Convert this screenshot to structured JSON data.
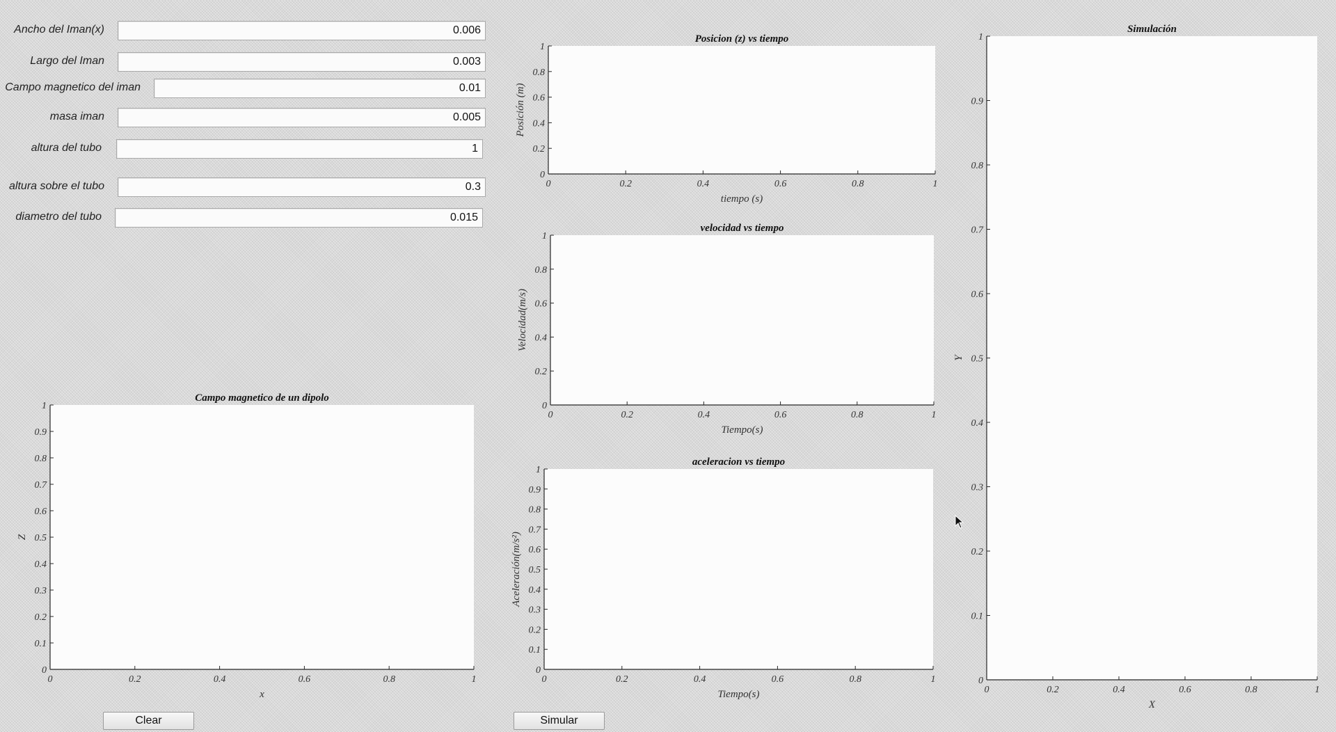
{
  "form": {
    "fields": [
      {
        "id": "ancho",
        "label": "Ancho del Iman(x)",
        "value": "0.006"
      },
      {
        "id": "largo",
        "label": "Largo del Iman",
        "value": "0.003"
      },
      {
        "id": "campo",
        "label": "Campo magnetico del iman",
        "value": "0.01"
      },
      {
        "id": "masa",
        "label": "masa iman",
        "value": "0.005"
      },
      {
        "id": "altura-tubo",
        "label": "altura del tubo",
        "value": "1"
      },
      {
        "id": "altura-sobre",
        "label": "altura sobre el tubo",
        "value": "0.3"
      },
      {
        "id": "diametro",
        "label": "diametro del tubo",
        "value": "0.015"
      }
    ]
  },
  "buttons": {
    "clear_label": "Clear",
    "simular_label": "Simular"
  },
  "colors": {
    "background": "#d9d9d9",
    "plot_bg": "#fcfcfc",
    "axis": "#262626"
  },
  "chart_data": [
    {
      "id": "dipolo",
      "type": "line",
      "title": "Campo magnetico de un dipolo",
      "xlabel": "x",
      "ylabel": "Z",
      "xlim": [
        0,
        1
      ],
      "ylim": [
        0,
        1
      ],
      "xticks": [
        "0",
        "0.2",
        "0.4",
        "0.6",
        "0.8",
        "1"
      ],
      "yticks": [
        "0",
        "0.1",
        "0.2",
        "0.3",
        "0.4",
        "0.5",
        "0.6",
        "0.7",
        "0.8",
        "0.9",
        "1"
      ],
      "series": []
    },
    {
      "id": "posicion",
      "type": "line",
      "title": "Posicion (z) vs tiempo",
      "xlabel": "tiempo (s)",
      "ylabel": "Posición (m)",
      "xlim": [
        0,
        1
      ],
      "ylim": [
        0,
        1
      ],
      "xticks": [
        "0",
        "0.2",
        "0.4",
        "0.6",
        "0.8",
        "1"
      ],
      "yticks": [
        "0",
        "0.2",
        "0.4",
        "0.6",
        "0.8",
        "1"
      ],
      "series": []
    },
    {
      "id": "velocidad",
      "type": "line",
      "title": "velocidad vs tiempo",
      "xlabel": "Tiempo(s)",
      "ylabel": "Velocidad(m/s)",
      "xlim": [
        0,
        1
      ],
      "ylim": [
        0,
        1
      ],
      "xticks": [
        "0",
        "0.2",
        "0.4",
        "0.6",
        "0.8",
        "1"
      ],
      "yticks": [
        "0",
        "0.2",
        "0.4",
        "0.6",
        "0.8",
        "1"
      ],
      "series": []
    },
    {
      "id": "aceleracion",
      "type": "line",
      "title": "aceleracion vs tiempo",
      "xlabel": "Tiempo(s)",
      "ylabel": "Aceleración(m/s²)",
      "xlim": [
        0,
        1
      ],
      "ylim": [
        0,
        1
      ],
      "xticks": [
        "0",
        "0.2",
        "0.4",
        "0.6",
        "0.8",
        "1"
      ],
      "yticks": [
        "0",
        "0.1",
        "0.2",
        "0.3",
        "0.4",
        "0.5",
        "0.6",
        "0.7",
        "0.8",
        "0.9",
        "1"
      ],
      "series": []
    },
    {
      "id": "simulacion",
      "type": "line",
      "title": "Simulación",
      "xlabel": "X",
      "ylabel": "Y",
      "xlim": [
        0,
        1
      ],
      "ylim": [
        0,
        1
      ],
      "xticks": [
        "0",
        "0.2",
        "0.4",
        "0.6",
        "0.8",
        "1"
      ],
      "yticks": [
        "0",
        "0.1",
        "0.2",
        "0.3",
        "0.4",
        "0.5",
        "0.6",
        "0.7",
        "0.8",
        "0.9",
        "1"
      ],
      "series": []
    }
  ]
}
